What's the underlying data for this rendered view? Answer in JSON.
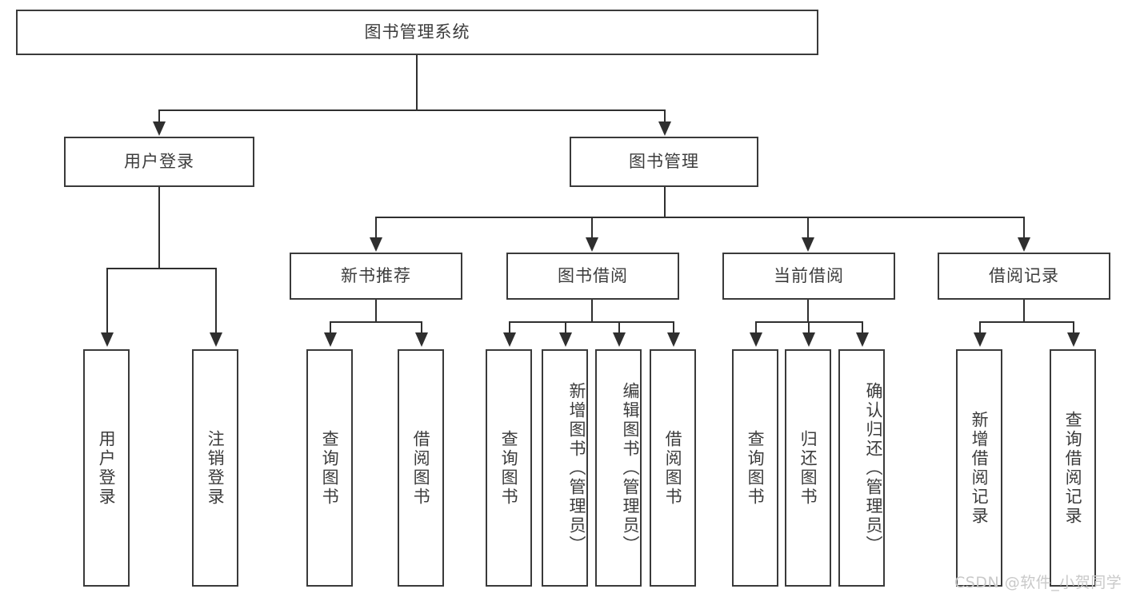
{
  "diagram": {
    "type": "tree",
    "title": "图书管理系统",
    "root": {
      "id": "root",
      "label": "图书管理系统"
    },
    "level2": [
      {
        "id": "user-login",
        "label": "用户登录"
      },
      {
        "id": "book-manage",
        "label": "图书管理"
      }
    ],
    "level3": [
      {
        "id": "new-book-recommend",
        "label": "新书推荐",
        "parent": "book-manage"
      },
      {
        "id": "book-borrow",
        "label": "图书借阅",
        "parent": "book-manage"
      },
      {
        "id": "current-borrow",
        "label": "当前借阅",
        "parent": "book-manage"
      },
      {
        "id": "borrow-record",
        "label": "借阅记录",
        "parent": "book-manage"
      }
    ],
    "leaves": {
      "user_login": [
        {
          "id": "leaf-user-login",
          "label": "用户登录"
        },
        {
          "id": "leaf-logout-login",
          "label": "注销登录"
        }
      ],
      "new_book_recommend": [
        {
          "id": "leaf-query-book-1",
          "label": "查询图书"
        },
        {
          "id": "leaf-borrow-book-1",
          "label": "借阅图书"
        }
      ],
      "book_borrow": [
        {
          "id": "leaf-query-book-2",
          "label": "查询图书"
        },
        {
          "id": "leaf-add-book",
          "label": "新增图书（管理员）"
        },
        {
          "id": "leaf-edit-book",
          "label": "编辑图书（管理员）"
        },
        {
          "id": "leaf-borrow-book-2",
          "label": "借阅图书"
        }
      ],
      "current_borrow": [
        {
          "id": "leaf-query-book-3",
          "label": "查询图书"
        },
        {
          "id": "leaf-return-book",
          "label": "归还图书"
        },
        {
          "id": "leaf-confirm-return",
          "label": "确认归还（管理员）"
        }
      ],
      "borrow_record": [
        {
          "id": "leaf-add-record",
          "label": "新增借阅记录"
        },
        {
          "id": "leaf-query-record",
          "label": "查询借阅记录"
        }
      ]
    },
    "colors": {
      "border": "#3a3a3a",
      "edge": "#2f2f2f",
      "text": "#3c3c3c",
      "background": "#ffffff",
      "watermark": "#c9c9c9"
    }
  },
  "watermark": {
    "text": "CSDN @软件_小贺同学"
  }
}
